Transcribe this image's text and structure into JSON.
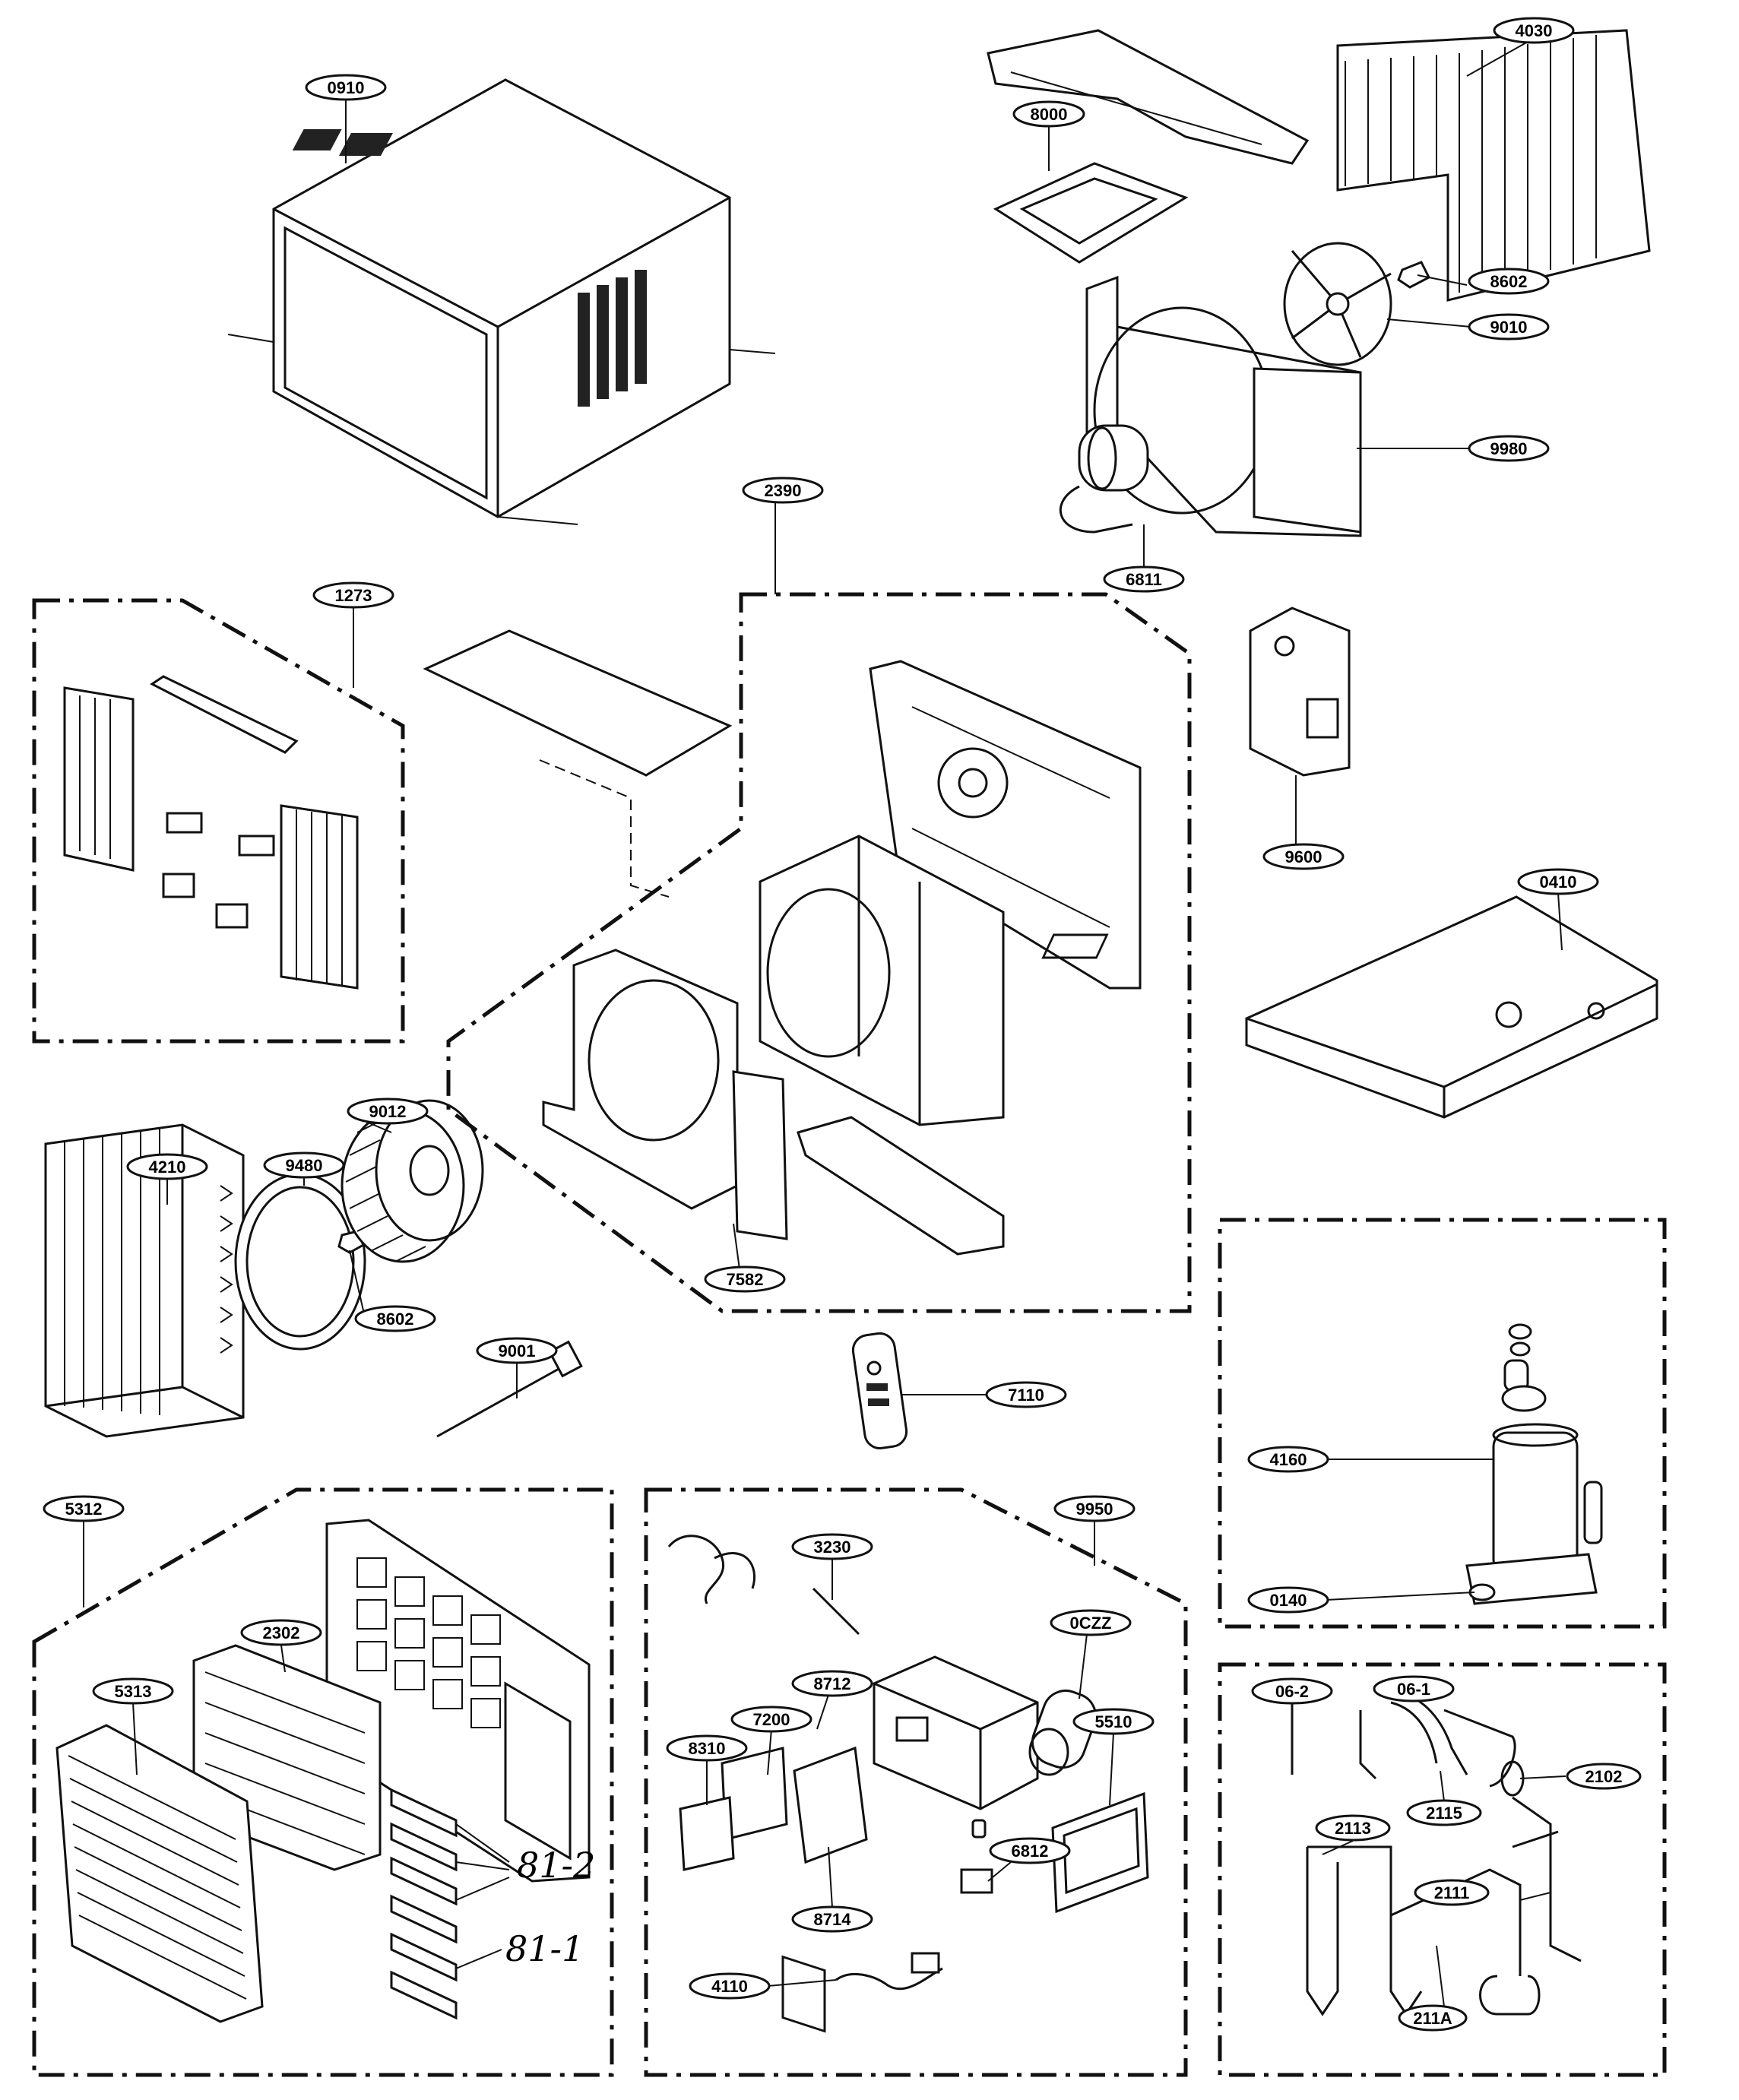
{
  "callouts": [
    {
      "id": "0910",
      "label": "0910"
    },
    {
      "id": "8000",
      "label": "8000"
    },
    {
      "id": "4030",
      "label": "4030"
    },
    {
      "id": "8602a",
      "label": "8602"
    },
    {
      "id": "9010",
      "label": "9010"
    },
    {
      "id": "9980",
      "label": "9980"
    },
    {
      "id": "6811",
      "label": "6811"
    },
    {
      "id": "2390",
      "label": "2390"
    },
    {
      "id": "1273",
      "label": "1273"
    },
    {
      "id": "9600",
      "label": "9600"
    },
    {
      "id": "0410",
      "label": "0410"
    },
    {
      "id": "9012",
      "label": "9012"
    },
    {
      "id": "4210",
      "label": "4210"
    },
    {
      "id": "9480",
      "label": "9480"
    },
    {
      "id": "8602b",
      "label": "8602"
    },
    {
      "id": "7582",
      "label": "7582"
    },
    {
      "id": "9001",
      "label": "9001"
    },
    {
      "id": "7110",
      "label": "7110"
    },
    {
      "id": "4160",
      "label": "4160"
    },
    {
      "id": "0140",
      "label": "0140"
    },
    {
      "id": "5312",
      "label": "5312"
    },
    {
      "id": "5313",
      "label": "5313"
    },
    {
      "id": "2302",
      "label": "2302"
    },
    {
      "id": "9950",
      "label": "9950"
    },
    {
      "id": "3230",
      "label": "3230"
    },
    {
      "id": "0CZZ",
      "label": "0CZZ"
    },
    {
      "id": "8712",
      "label": "8712"
    },
    {
      "id": "7200",
      "label": "7200"
    },
    {
      "id": "8310",
      "label": "8310"
    },
    {
      "id": "5510",
      "label": "5510"
    },
    {
      "id": "6812",
      "label": "6812"
    },
    {
      "id": "8714",
      "label": "8714"
    },
    {
      "id": "4110",
      "label": "4110"
    },
    {
      "id": "06-2",
      "label": "06-2"
    },
    {
      "id": "06-1",
      "label": "06-1"
    },
    {
      "id": "2115",
      "label": "2115"
    },
    {
      "id": "2102",
      "label": "2102"
    },
    {
      "id": "2113",
      "label": "2113"
    },
    {
      "id": "2111",
      "label": "2111"
    },
    {
      "id": "211A",
      "label": "211A"
    }
  ],
  "handwritten": {
    "note_81_2": "81-2",
    "note_81_1": "81-1"
  }
}
